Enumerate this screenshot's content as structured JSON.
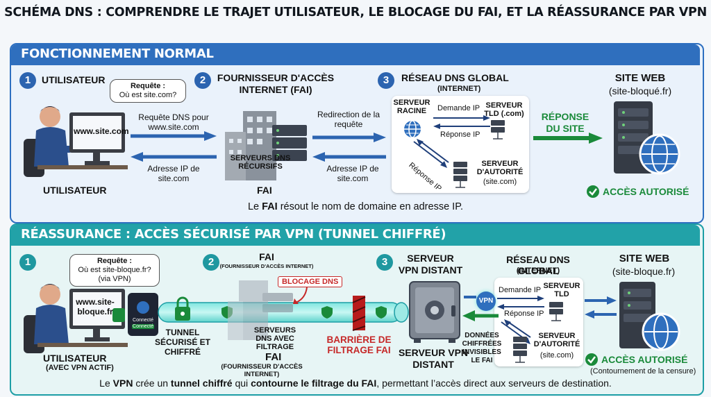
{
  "title": "SCHÉMA DNS : COMPRENDRE LE TRAJET UTILISATEUR, LE BLOCAGE DU FAI, ET LA RÉASSURANCE PAR VPN",
  "normal": {
    "header": "FONCTIONNEMENT NORMAL",
    "step1": {
      "num": "1",
      "title": "UTILISATEUR",
      "bubble_title": "Requête :",
      "bubble_text": "Où est site.com?",
      "screen": "www.site.com",
      "label": "UTILISATEUR"
    },
    "arrow_req": "Requête DNS pour www.site.com",
    "arrow_resp": "Adresse IP de site.com",
    "step2": {
      "num": "2",
      "title": "FOURNISSEUR D'ACCÈS INTERNET (FAI)",
      "servers": "SERVEURS DNS RÉCURSIFS",
      "label": "FAI"
    },
    "arrow_redirect": "Redirection de la requête",
    "arrow_ip": "Adresse IP de site.com",
    "step3": {
      "num": "3",
      "title": "RÉSEAU DNS GLOBAL",
      "subtitle": "(INTERNET)",
      "root": "SERVEUR RACINE",
      "tld": "SERVEUR TLD (.com)",
      "auth": "SERVEUR D'AUTORITÉ",
      "auth_sub": "(site.com)",
      "demande": "Demande IP",
      "reponse": "Réponse IP",
      "reponse_diag": "Réponse IP"
    },
    "response_site": "RÉPONSE DU SITE",
    "site": {
      "title": "SITE WEB",
      "sub": "(site-bloqué.fr)"
    },
    "access": "ACCÈS AUTORISÉ",
    "footer_pre": "Le ",
    "footer_bold": "FAI",
    "footer_post": " résout le nom de domaine en adresse IP."
  },
  "vpn": {
    "header": "RÉASSURANCE : ACCÈS SÉCURISÉ PAR VPN (TUNNEL CHIFFRÉ)",
    "step1": {
      "num": "1",
      "bubble_title": "Requête :",
      "bubble_text": "Où est site-bloque.fr?",
      "bubble_sub": "(via VPN)",
      "screen": "www.site-bloque.fr",
      "phone1": "Connecté",
      "phone2": "Connecté",
      "label": "UTILISATEUR",
      "label_sub": "(AVEC VPN ACTIF)"
    },
    "tunnel": "TUNNEL SÉCURISÉ ET CHIFFRÉ",
    "step2": {
      "num": "2",
      "title": "FAI",
      "title_sub": "(FOURNISSEUR D'ACCÈS INTERNET)",
      "blocage": "BLOCAGE DNS",
      "servers": "SERVEURS DNS AVEC FILTRAGE",
      "label": "FAI",
      "label_sub": "(FOURNISSEUR D'ACCÈS INTERNET)"
    },
    "barrier": "BARRIÈRE DE FILTRAGE FAI",
    "step3": {
      "num": "3",
      "title": "SERVEUR VPN DISTANT",
      "label": "SERVEUR VPN DISTANT"
    },
    "dns": {
      "title": "RÉSEAU DNS GLOBAL",
      "subtitle": "(INTERNET)",
      "tld": "SERVEUR TLD",
      "auth": "SERVEUR D'AUTORITÉ",
      "auth_sub": "(site.com)",
      "demande": "Demande IP",
      "reponse": "Réponse IP",
      "vpn_badge": "VPN"
    },
    "invisible": "DONNÉES CHIFFRÉES INVISIBLES LE FAI",
    "site": {
      "title": "SITE WEB",
      "sub": "(site-bloque.fr)"
    },
    "access": "ACCÈS AUTORISÉ",
    "access_sub": "(Contournement de la censure)",
    "footer": {
      "p1": "Le ",
      "b1": "VPN",
      "p2": " crée un ",
      "b2": "tunnel chiffré",
      "p3": " qui ",
      "b3": "contourne le filtrage du FAI",
      "p4": ", permettant l’accès direct aux serveurs de destination."
    }
  },
  "colors": {
    "blue": "#2f6fbe",
    "teal": "#22a2a8",
    "green": "#1a8a3a",
    "red": "#c62828"
  }
}
